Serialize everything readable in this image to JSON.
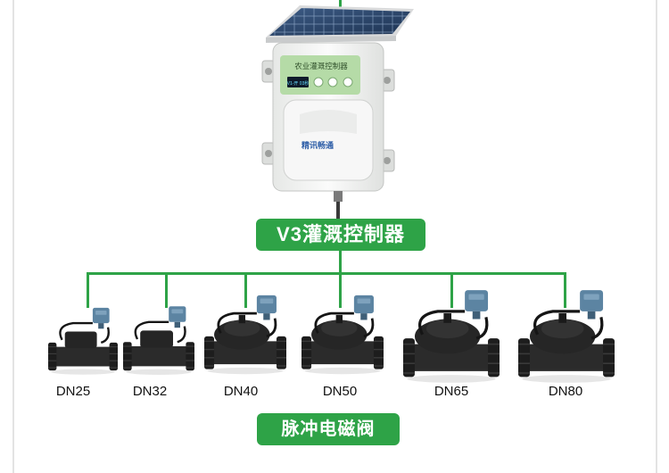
{
  "controller": {
    "panel_title": "农业灌溉控制器",
    "screen_text": "V1-开 03秒",
    "brand": "精讯畅通",
    "label": "V3灌溉控制器"
  },
  "valves": {
    "label": "脉冲电磁阀",
    "sizes": [
      "DN25",
      "DN32",
      "DN40",
      "DN50",
      "DN65",
      "DN80"
    ]
  },
  "colors": {
    "accent_green": "#2ea347",
    "valve_body": "#2b2b2b",
    "actuator_blue": "#5c84a2",
    "device_white": "#f4f5f4",
    "panel_green": "#b5dba7"
  }
}
